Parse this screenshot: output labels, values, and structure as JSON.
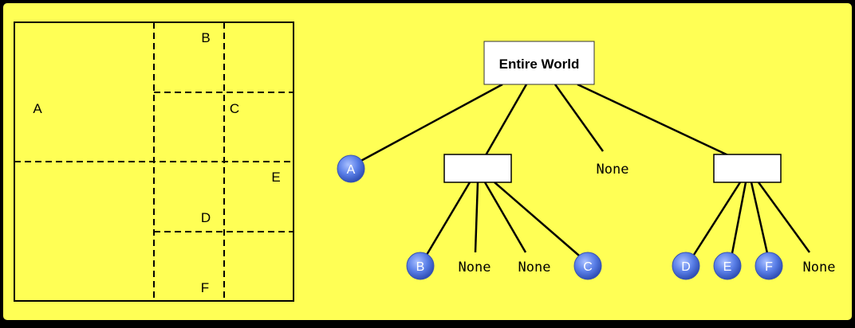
{
  "colors": {
    "background": "#ffff55",
    "border": "#000000",
    "node_fill": "#5b80e8",
    "node_text": "#ffffff",
    "box_fill": "#ffffff"
  },
  "grid": {
    "labels": {
      "a": "A",
      "b": "B",
      "c": "C",
      "d": "D",
      "e": "E",
      "f": "F"
    }
  },
  "tree": {
    "root_label": "Entire World",
    "inner_left_label": "",
    "inner_right_label": "",
    "leaf_a": "A",
    "leaf_b": "B",
    "leaf_c": "C",
    "leaf_d": "D",
    "leaf_e": "E",
    "leaf_f": "F",
    "none_label": "None"
  }
}
